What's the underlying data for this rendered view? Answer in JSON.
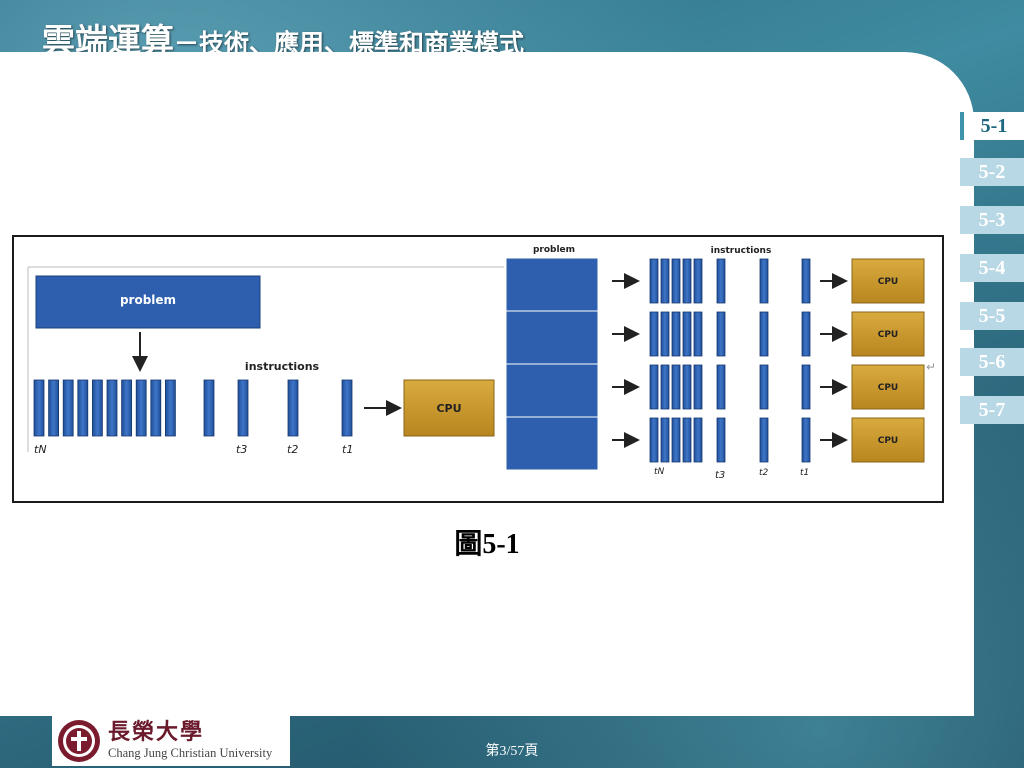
{
  "header": {
    "title_main": "雲端運算",
    "title_sub": "－技術、應用、標準和商業模式"
  },
  "nav": {
    "items": [
      {
        "label": "5-1",
        "active": true
      },
      {
        "label": "5-2",
        "active": false
      },
      {
        "label": "5-3",
        "active": false
      },
      {
        "label": "5-4",
        "active": false
      },
      {
        "label": "5-5",
        "active": false
      },
      {
        "label": "5-6",
        "active": false
      },
      {
        "label": "5-7",
        "active": false
      }
    ]
  },
  "figure": {
    "serial": {
      "problem_label": "problem",
      "instructions_label": "instructions",
      "cpu_label": "CPU",
      "time_labels": [
        "tN",
        "t3",
        "t2",
        "t1"
      ]
    },
    "parallel": {
      "problem_label": "problem",
      "instructions_label": "instructions",
      "cpu_label": "CPU",
      "time_labels": [
        "tN",
        "t3",
        "t2",
        "t1"
      ],
      "rows": 4
    },
    "colors": {
      "bar_blue": "#2d5fae",
      "cpu_gold": "#cc9a2e",
      "arrow": "#222222"
    }
  },
  "caption": "圖5-1",
  "footer": {
    "logo_zh": "長榮大學",
    "logo_en": "Chang Jung Christian University",
    "page": "第3/57頁"
  }
}
